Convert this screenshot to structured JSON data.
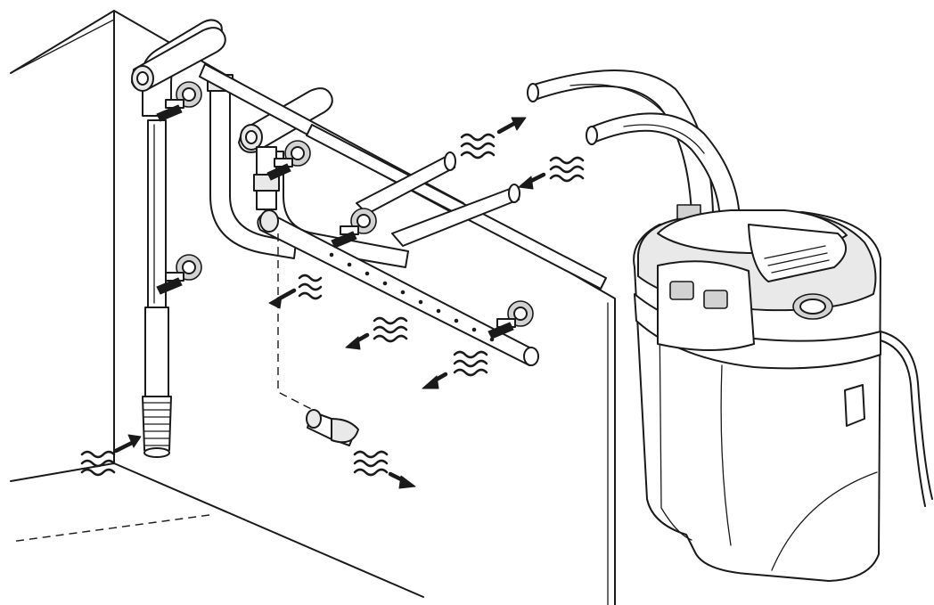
{
  "diagram": {
    "colors": {
      "line": "#1a1a1a",
      "background": "#ffffff",
      "shade": "#e9e9e9"
    },
    "parts": [
      "aquarium-tank",
      "intake-pipe",
      "intake-strainer",
      "outflow-pipe",
      "spray-bar",
      "nozzle",
      "suction-cup-clamps",
      "hoses",
      "canister-filter",
      "power-cord"
    ],
    "flow_icons": [
      "water-flow-arrow"
    ]
  }
}
